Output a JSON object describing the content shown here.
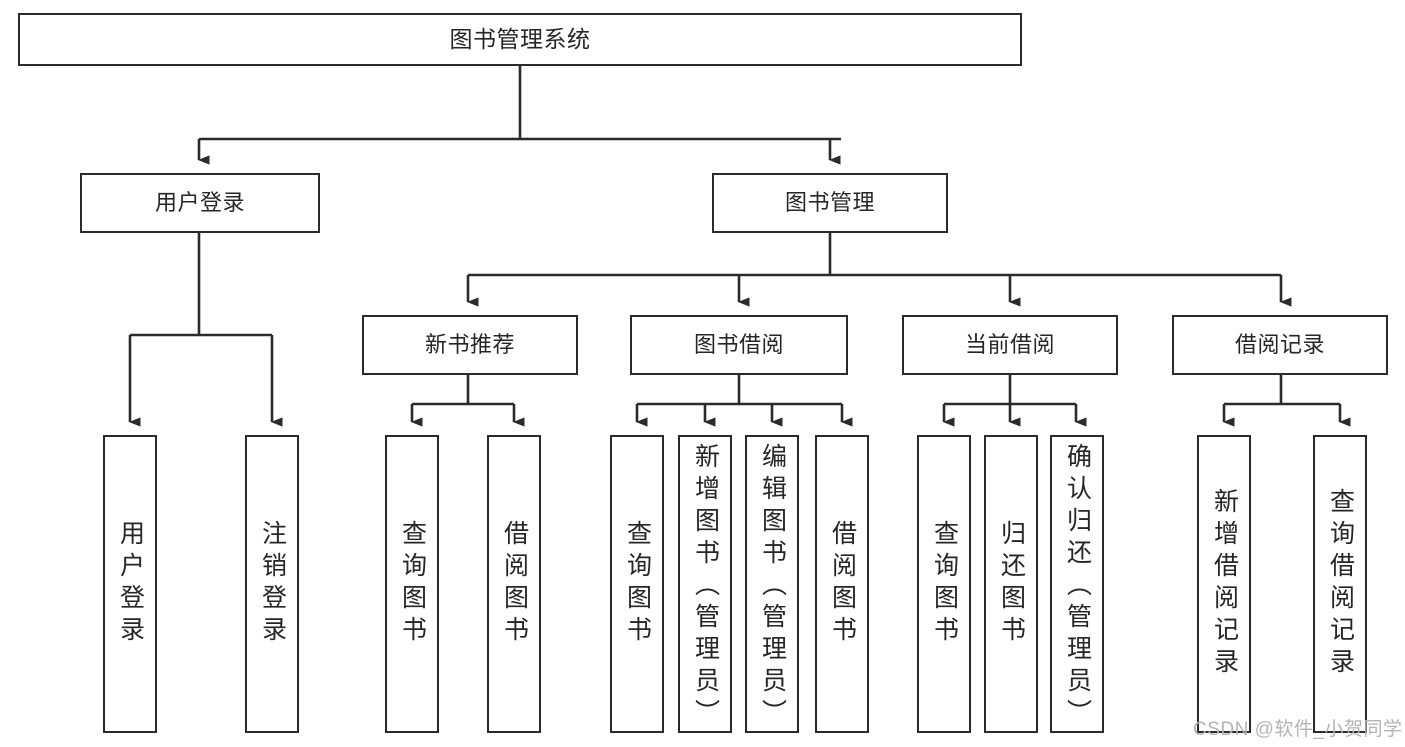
{
  "diagram": {
    "title": "图书管理系统",
    "type": "tree-hierarchy",
    "levels": 4,
    "colors": {
      "box_border": "#2b2b2b",
      "box_fill": "#ffffff",
      "text": "#262626",
      "connector": "#2b2b2b",
      "watermark": "#b4b4b4",
      "background": "#ffffff"
    },
    "root": {
      "label": "图书管理系统"
    },
    "level2": [
      {
        "label": "用户登录"
      },
      {
        "label": "图书管理"
      }
    ],
    "level3": [
      {
        "label": "新书推荐"
      },
      {
        "label": "图书借阅"
      },
      {
        "label": "当前借阅"
      },
      {
        "label": "借阅记录"
      }
    ],
    "leaves": {
      "user_login": [
        {
          "label": "用户登录"
        },
        {
          "label": "注销登录"
        }
      ],
      "new_book_recommend": [
        {
          "label": "查询图书"
        },
        {
          "label": "借阅图书"
        }
      ],
      "book_borrow": [
        {
          "label": "查询图书"
        },
        {
          "label": "新增图书（管理员）"
        },
        {
          "label": "编辑图书（管理员）"
        },
        {
          "label": "借阅图书"
        }
      ],
      "current_borrow": [
        {
          "label": "查询图书"
        },
        {
          "label": "归还图书"
        },
        {
          "label": "确认归还（管理员）"
        }
      ],
      "borrow_record": [
        {
          "label": "新增借阅记录"
        },
        {
          "label": "查询借阅记录"
        }
      ]
    }
  },
  "watermark": {
    "text": "CSDN @软件_小贺同学"
  }
}
